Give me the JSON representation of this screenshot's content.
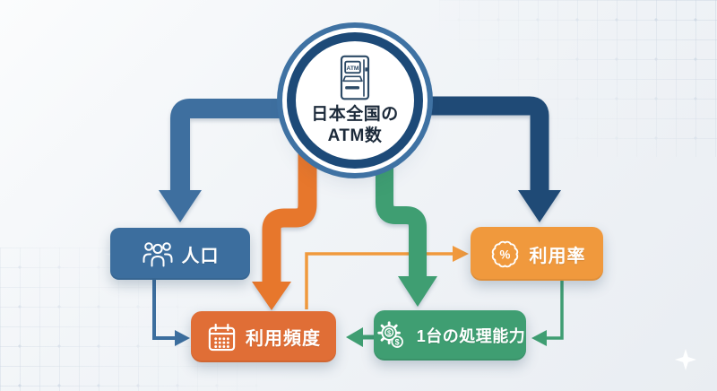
{
  "center": {
    "icon": "atm-machine-icon",
    "line1": "日本全国の",
    "line2": "ATM数",
    "atm_screen_text": "ATM"
  },
  "nodes": [
    {
      "id": "population",
      "label": "人口",
      "icon": "people-icon",
      "color": "#3c6e9e"
    },
    {
      "id": "usage-rate",
      "label": "利用率",
      "icon": "percent-badge-icon",
      "color": "#f0993d",
      "badge_symbol": "%"
    },
    {
      "id": "usage-frequency",
      "label": "利用頻度",
      "icon": "calendar-icon",
      "color": "#e06e36"
    },
    {
      "id": "unit-capacity",
      "label": "1台の処理能力",
      "icon": "gear-dollar-icon",
      "color": "#3f9e72",
      "coin_symbol": "$"
    }
  ],
  "edges": [
    {
      "from": "atm-total",
      "to": "population",
      "style": "thick",
      "color": "#3e6f9f"
    },
    {
      "from": "atm-total",
      "to": "usage-rate",
      "style": "thick",
      "color": "#1f4a76"
    },
    {
      "from": "atm-total",
      "to": "usage-frequency",
      "style": "thick",
      "color": "#e7772c"
    },
    {
      "from": "atm-total",
      "to": "unit-capacity",
      "style": "thick",
      "color": "#3f9e72"
    },
    {
      "from": "population",
      "to": "usage-frequency",
      "style": "thin",
      "color": "#3c6e9e"
    },
    {
      "from": "usage-frequency",
      "to": "usage-rate",
      "style": "thin",
      "color": "#f0993d"
    },
    {
      "from": "unit-capacity",
      "to": "usage-frequency",
      "style": "medium",
      "color": "#3f9e72"
    },
    {
      "from": "usage-rate",
      "to": "unit-capacity",
      "style": "thin",
      "color": "#3f9e72"
    }
  ],
  "colors": {
    "hub_ring_outer": "#3f72a3",
    "hub_ring_inner": "#1d4a78",
    "hub_text": "#1c2a3a",
    "atm_icon_stroke": "#2c4a66",
    "background_light": "#fbfcfd",
    "background_dark": "#e9edf2"
  }
}
